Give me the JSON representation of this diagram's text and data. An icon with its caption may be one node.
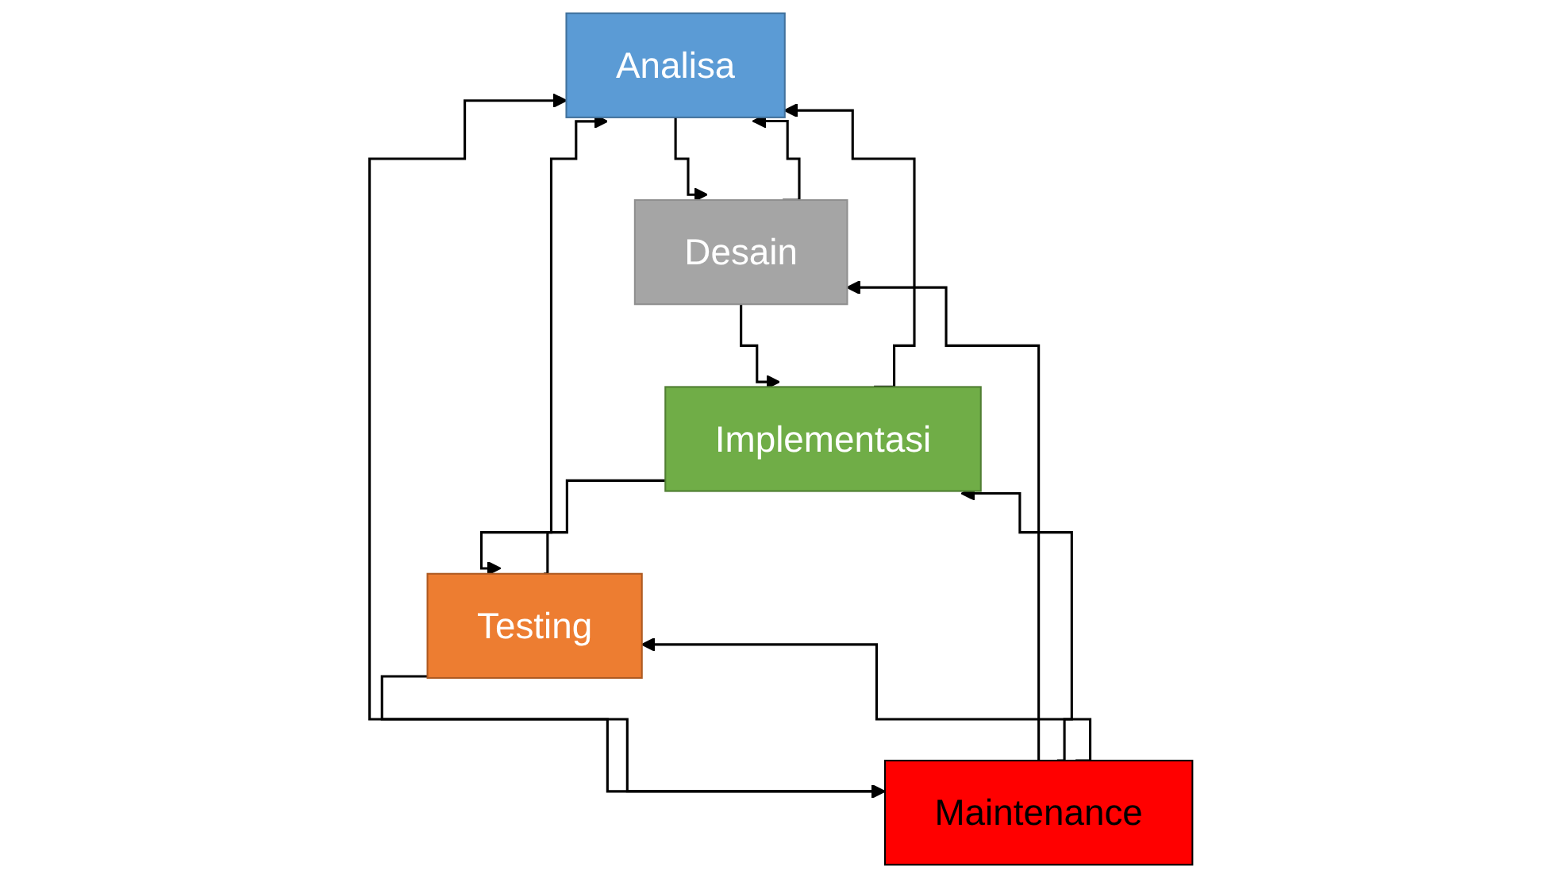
{
  "diagram": {
    "nodes": [
      {
        "text": [
          "Analisa"
        ]
      },
      {
        "text": [
          "Desain"
        ]
      },
      {
        "text": [
          "Implementasi"
        ]
      },
      {
        "text": [
          "Testing"
        ]
      },
      {
        "text": [
          "Maintenance"
        ]
      }
    ],
    "edges": [
      {
        "from": 0,
        "to": 1,
        "arrow": "to"
      },
      {
        "from": 1,
        "to": 2,
        "arrow": "to"
      },
      {
        "from": 2,
        "to": 3,
        "arrow": "to"
      },
      {
        "from": 3,
        "to": 4,
        "arrow": "to"
      },
      {
        "from": 1,
        "to": 0,
        "arrow": "to"
      },
      {
        "from": 2,
        "to": 0,
        "arrow": "to"
      },
      {
        "from": 3,
        "to": 0,
        "arrow": "to"
      },
      {
        "from": 4,
        "to": 0,
        "arrow": "to"
      },
      {
        "from": 4,
        "to": 1,
        "arrow": "to"
      },
      {
        "from": 4,
        "to": 2,
        "arrow": "to"
      },
      {
        "from": 4,
        "to": 3,
        "arrow": "to"
      }
    ]
  }
}
